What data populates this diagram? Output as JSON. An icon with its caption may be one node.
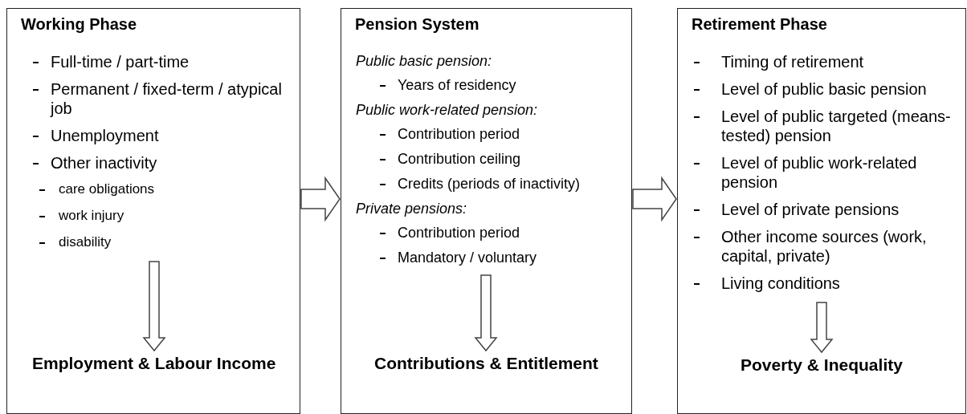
{
  "diagram": {
    "nodes": [
      {
        "text": [
          "Working Phase"
        ]
      },
      {
        "text": [
          "Full-time / part-time",
          "Permanent / fixed-term / atypical job",
          "Unemployment",
          "Other inactivity",
          "care obligations",
          "work injury",
          "disability"
        ],
        "in": 0
      },
      {
        "text": [
          "Employment & Labour Income"
        ],
        "in": 0
      },
      {
        "text": [
          "Pension System"
        ]
      },
      {
        "text": [
          "Public basic pension:",
          "Years of residency",
          "Public work-related pension:",
          "Contribution period",
          "Contribution ceiling",
          "Credits (periods of inactivity)",
          "Private pensions:",
          "Contribution period",
          "Mandatory / voluntary"
        ],
        "in": 3
      },
      {
        "text": [
          "Contributions & Entitlement"
        ],
        "in": 3
      },
      {
        "text": [
          "Retirement Phase"
        ]
      },
      {
        "text": [
          "Timing of retirement",
          "Level of public basic pension",
          "Level of public targeted (means-tested) pension",
          "Level of public work-related pension",
          "Level of private pensions",
          "Other income sources (work, capital, private)",
          "Living conditions"
        ],
        "in": 6
      },
      {
        "text": [
          "Poverty & Inequality"
        ],
        "in": 6
      }
    ],
    "edges": [
      {
        "from": 1,
        "to": 2,
        "arrow": "to"
      },
      {
        "from": 0,
        "to": 3,
        "arrow": "to"
      },
      {
        "from": 4,
        "to": 5,
        "arrow": "to"
      },
      {
        "from": 3,
        "to": 6,
        "arrow": "to"
      },
      {
        "from": 7,
        "to": 8,
        "arrow": "to"
      }
    ]
  }
}
